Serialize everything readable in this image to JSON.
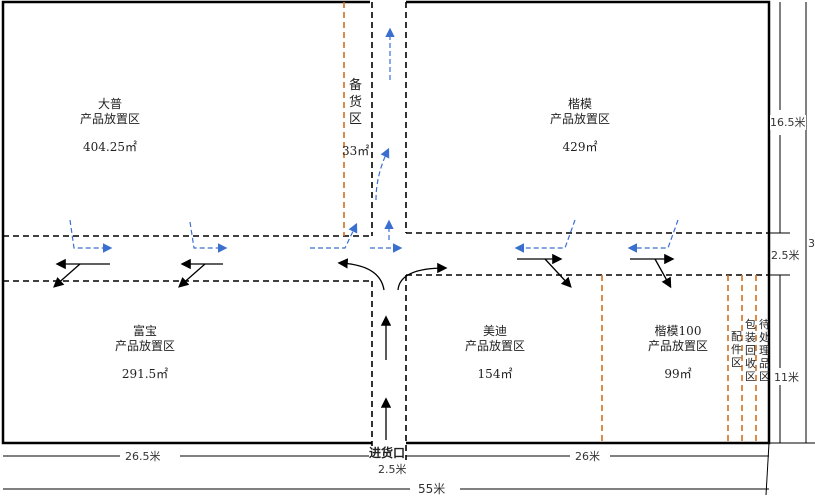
{
  "zones": [
    {
      "name": "大普",
      "label": "产品放置区",
      "area": "404.25㎡"
    },
    {
      "name": "楷模",
      "label": "产品放置区",
      "area": "429㎡"
    },
    {
      "name": "富宝",
      "label": "产品放置区",
      "area": "291.5㎡"
    },
    {
      "name": "美迪",
      "label": "产品放置区",
      "area": "154㎡"
    },
    {
      "name": "楷模100",
      "label": "产品放置区",
      "area": "99㎡"
    }
  ],
  "staging": {
    "label": "备货区",
    "area": "33㎡"
  },
  "side_zones": [
    "配件区",
    "包装回收区",
    "待处理品区"
  ],
  "entrance": "进货口",
  "dimensions": {
    "top_height": "16.5米",
    "corridor": "2.5米",
    "bottom_height": "11米",
    "total_height": "3",
    "left_width": "26.5米",
    "entrance_width": "2.5米",
    "right_width": "26米",
    "total_width": "55米"
  },
  "colors": {
    "wall": "#000000",
    "staging_line": "#d07020",
    "flow_arrow": "#3a6fd0"
  }
}
